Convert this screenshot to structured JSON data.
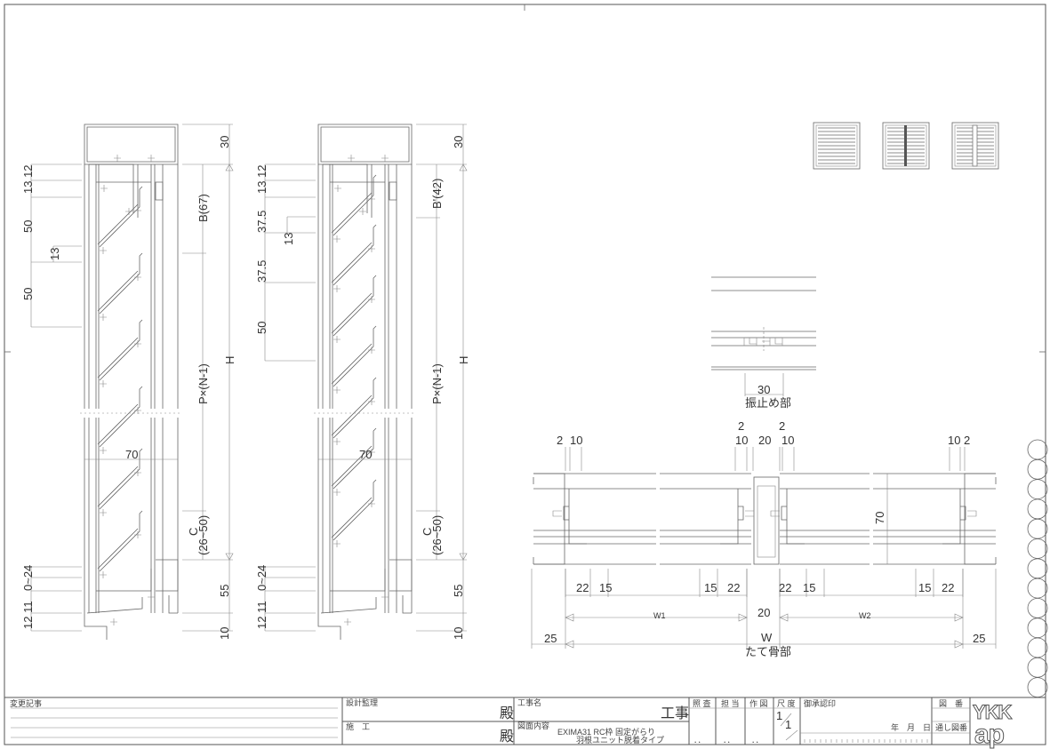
{
  "elevation_1": {
    "left_dims": [
      "13 12",
      "50",
      "13",
      "50",
      "0~24",
      "12 11"
    ],
    "right_dims": {
      "top": "30",
      "b": "B(67)",
      "p": "P×(N-1)",
      "h": "H",
      "c": "C",
      "c_range": "(26~50)",
      "bottom1": "55",
      "bottom2": "10"
    },
    "depth": "70"
  },
  "elevation_2": {
    "left_dims": [
      "13 12",
      "37.5",
      "13",
      "37.5",
      "50",
      "0~24",
      "12 11"
    ],
    "right_dims": {
      "top": "30",
      "b": "B'(42)",
      "p": "P×(N-1)",
      "h": "H",
      "c": "C",
      "c_range": "(26~50)",
      "bottom1": "55",
      "bottom2": "10"
    },
    "depth": "70"
  },
  "vibration_stop": {
    "dim": "30",
    "label": "振止め部"
  },
  "plan_section": {
    "top_dims": [
      "2",
      "10",
      "10",
      "20",
      "2",
      "2",
      "10",
      "10",
      "2"
    ],
    "bottom_dims": [
      "22",
      "15",
      "15",
      "22",
      "22",
      "15",
      "15",
      "22"
    ],
    "w1": "W1",
    "w2": "W2",
    "mullion": "20",
    "w": "W",
    "side_left": "25",
    "side_right": "25",
    "height": "70",
    "label": "たて骨部"
  },
  "title_block": {
    "revisions": "変更記事",
    "design_supervision": "設計監理",
    "construction": "施　工",
    "honorific_1": "殿",
    "honorific_2": "殿",
    "project_name_label": "工事名",
    "project_suffix": "工事",
    "drawing_content_label": "図面内容",
    "drawing_content_line1": "EXIMA31 RC枠 固定がらり",
    "drawing_content_line2": "羽根ユニット脱着タイプ",
    "check": "照 査",
    "in_charge": "担 当",
    "drafting": "作 図",
    "scale_label": "尺 度",
    "scale_num": "1",
    "scale_den": "1",
    "approval": "御承認印",
    "date": "年　月　日",
    "drawing_no": "図　番",
    "serial_no": "通し図番",
    "dots": "．．",
    "logo": "YKK ap"
  }
}
